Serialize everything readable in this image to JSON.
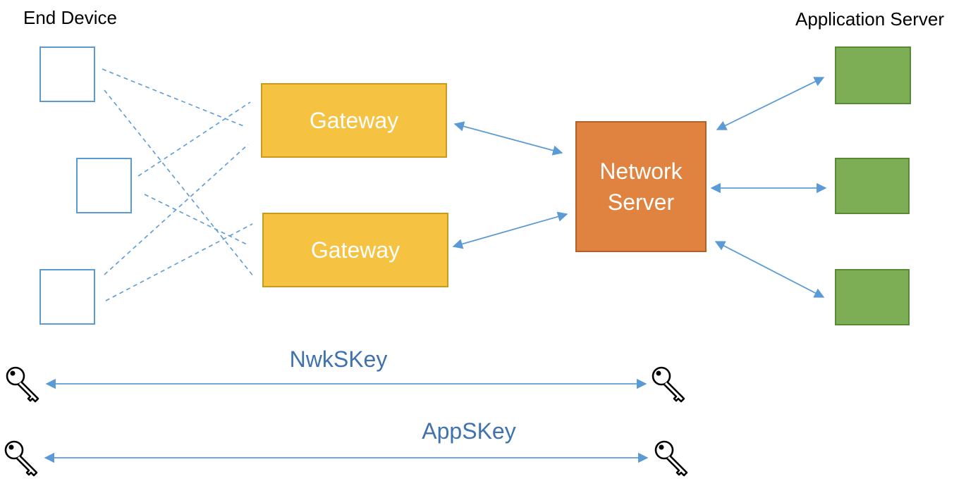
{
  "labels": {
    "end_device": "End Device",
    "application_server": "Application Server"
  },
  "gateways": [
    {
      "label": "Gateway"
    },
    {
      "label": "Gateway"
    }
  ],
  "network_server": {
    "line1": "Network",
    "line2": "Server"
  },
  "keys": [
    {
      "label": "NwkSKey"
    },
    {
      "label": "AppSKey"
    }
  ],
  "colors": {
    "device_border": "#5b9bd5",
    "gateway_fill": "#f5c242",
    "network_server_fill": "#e08340",
    "app_server_fill": "#7dad55",
    "arrow": "#5b9bd5",
    "key_label": "#3f72af"
  },
  "icons": [
    "key-icon"
  ]
}
